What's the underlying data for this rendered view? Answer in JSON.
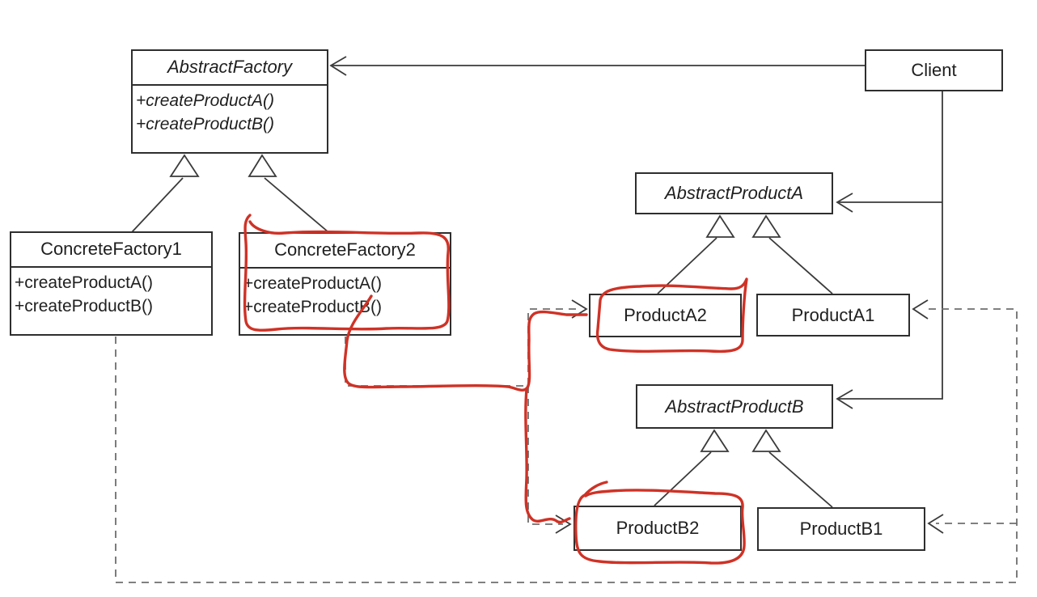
{
  "diagram": {
    "classes": {
      "abstract_factory": {
        "name": "AbstractFactory",
        "methods": [
          "+createProductA()",
          "+createProductB()"
        ]
      },
      "client": {
        "name": "Client"
      },
      "concrete_factory_1": {
        "name": "ConcreteFactory1",
        "methods": [
          "+createProductA()",
          "+createProductB()"
        ]
      },
      "concrete_factory_2": {
        "name": "ConcreteFactory2",
        "methods": [
          "+createProductA()",
          "+createProductB()"
        ]
      },
      "abstract_product_a": {
        "name": "AbstractProductA"
      },
      "product_a2": {
        "name": "ProductA2"
      },
      "product_a1": {
        "name": "ProductA1"
      },
      "abstract_product_b": {
        "name": "AbstractProductB"
      },
      "product_b2": {
        "name": "ProductB2"
      },
      "product_b1": {
        "name": "ProductB1"
      }
    },
    "colors": {
      "solid_line": "#3a3a3a",
      "dashed_line": "#6e6e6e",
      "annotation_red": "#cf3226",
      "background": "#ffffff",
      "text": "#1f1f1f"
    }
  }
}
